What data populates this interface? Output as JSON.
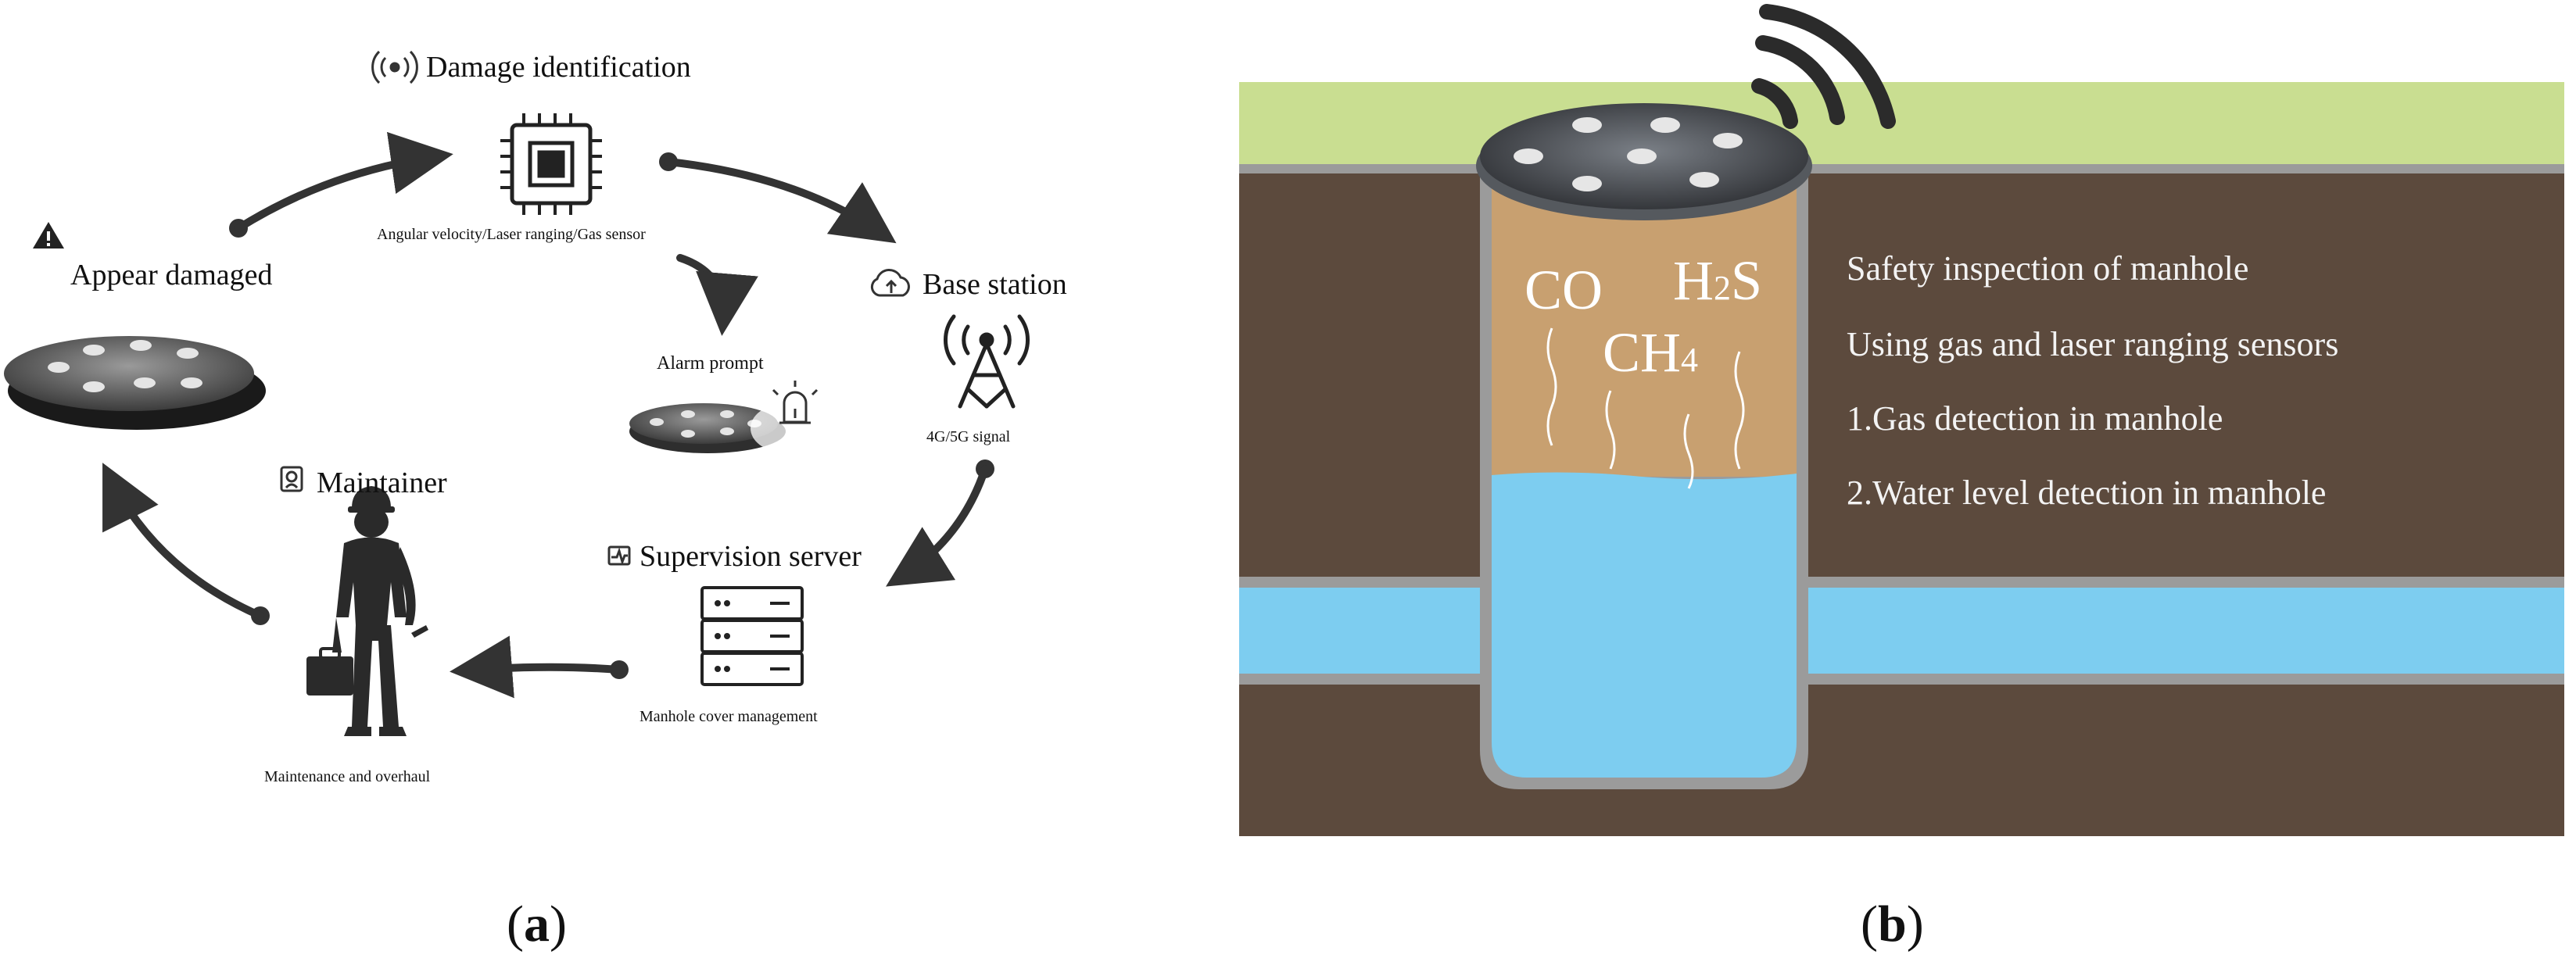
{
  "panel_a": {
    "damage_identification": "Damage identification",
    "sensor_note": "Angular velocity/Laser ranging/Gas sensor",
    "appear_damaged": "Appear damaged",
    "base_station": "Base station",
    "signal": "4G/5G signal",
    "alarm_prompt": "Alarm prompt",
    "maintainer": "Maintainer",
    "supervision_server": "Supervision server",
    "cover_management": "Manhole cover management",
    "maintenance": "Maintenance and overhaul",
    "caption": "(a)"
  },
  "panel_b": {
    "gas_co": "CO",
    "gas_h2s_main": "H",
    "gas_h2s_sub": "2",
    "gas_h2s_end": "S",
    "gas_ch4_main": "CH",
    "gas_ch4_sub": "4",
    "line1": "Safety inspection of manhole",
    "line2": "Using gas and laser ranging sensors",
    "line3": "1.Gas detection in manhole",
    "line4": "2.Water level detection in manhole",
    "caption": "(b)"
  },
  "colors": {
    "grass": "#c9de91",
    "soil": "#5c4a3d",
    "wall": "#9b9b9b",
    "gas_zone": "#c8a070",
    "water": "#7dcdf0",
    "arrow": "#3a3a3a"
  }
}
